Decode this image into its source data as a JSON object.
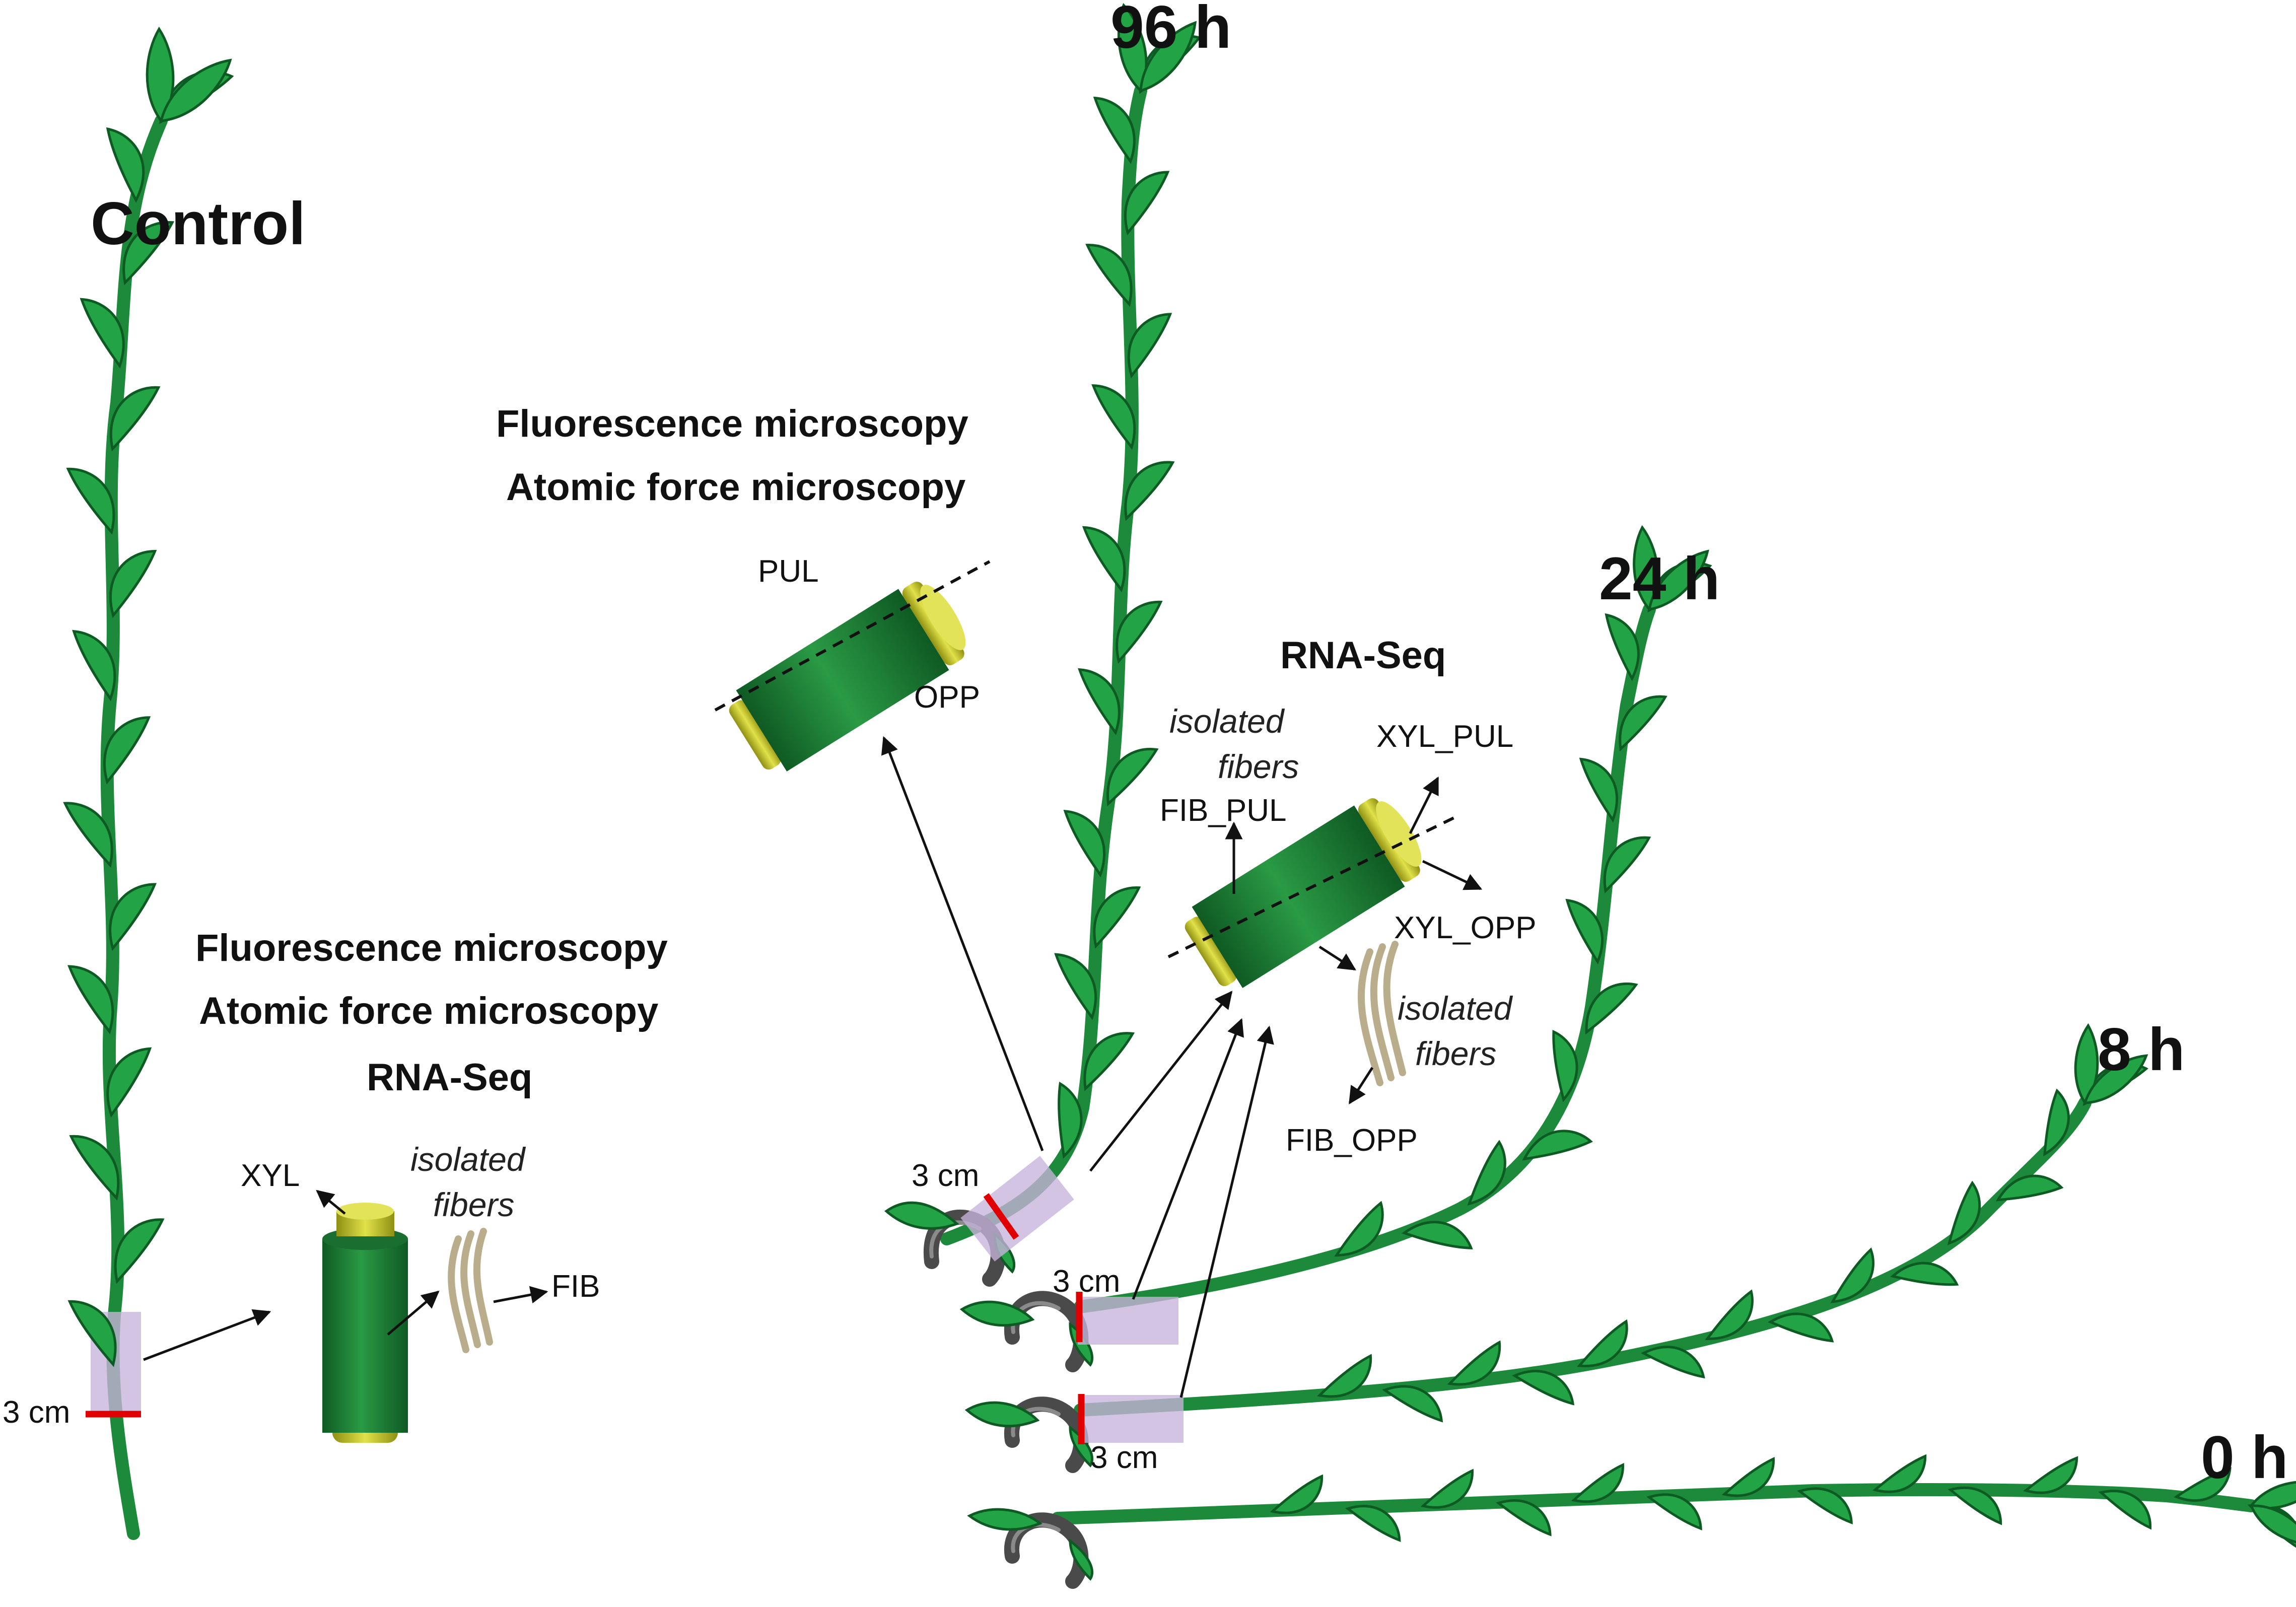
{
  "titles": {
    "control": "Control",
    "h96": "96 h",
    "h24": "24 h",
    "h8": "8 h",
    "h0": "0 h"
  },
  "methods": {
    "fm": "Fluorescence microscopy",
    "afm": "Atomic force microscopy",
    "rnaseq": "RNA-Seq"
  },
  "labels": {
    "cm3": "3 cm",
    "xyl": "XYL",
    "fib": "FIB",
    "isolated": "isolated",
    "fibers": "fibers",
    "pul": "PUL",
    "opp": "OPP",
    "xyl_pul": "XYL_PUL",
    "xyl_opp": "XYL_OPP",
    "fib_pul": "FIB_PUL",
    "fib_opp": "FIB_OPP"
  },
  "colors": {
    "stem": "#1c8a3a",
    "leaf": "#22a446",
    "cylinder": "#1e7a34",
    "cylinder_cap": "#c8c832",
    "sample_region": "#c8b3dc",
    "cut_mark": "#e00000",
    "stake": "#4a4a4a",
    "fiber": "#b9ad8c"
  }
}
